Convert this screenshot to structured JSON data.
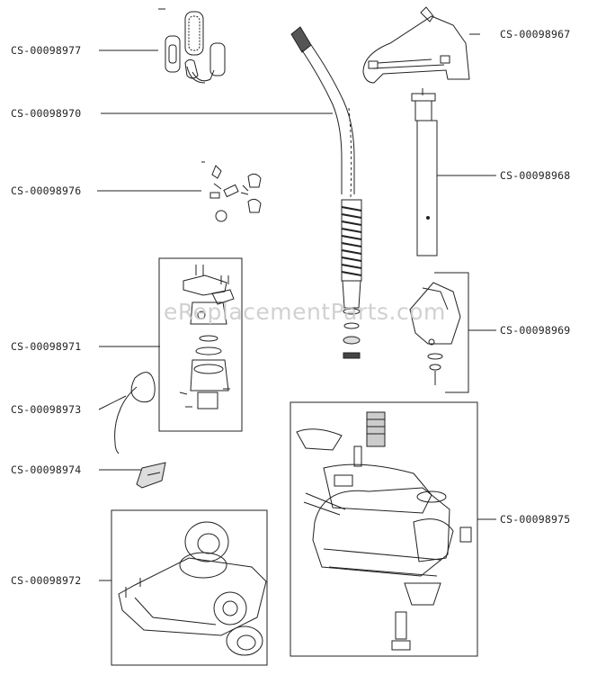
{
  "watermark": "eReplacementParts.com",
  "parts": [
    {
      "label": "CS-00098977"
    },
    {
      "label": "CS-00098970"
    },
    {
      "label": "CS-00098976"
    },
    {
      "label": "CS-00098971"
    },
    {
      "label": "CS-00098973"
    },
    {
      "label": "CS-00098974"
    },
    {
      "label": "CS-00098972"
    },
    {
      "label": "CS-00098967"
    },
    {
      "label": "CS-00098968"
    },
    {
      "label": "CS-00098969"
    },
    {
      "label": "CS-00098975"
    }
  ]
}
